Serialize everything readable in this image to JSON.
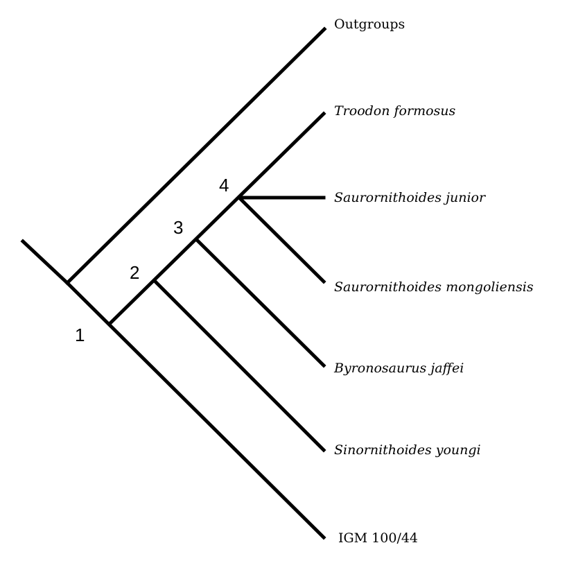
{
  "diagram": {
    "type": "cladogram",
    "taxa": [
      {
        "id": "outgroups",
        "label": "Outgroups",
        "italic": false
      },
      {
        "id": "troodon",
        "label": "Troodon formosus",
        "italic": true
      },
      {
        "id": "saurornithoides-junior",
        "label": "Saurornithoides junior",
        "italic": true
      },
      {
        "id": "saurornithoides-mongoliensis",
        "label": "Saurornithoides mongoliensis",
        "italic": true
      },
      {
        "id": "byronosaurus",
        "label": "Byronosaurus jaffei",
        "italic": true
      },
      {
        "id": "sinornithoides",
        "label": "Sinornithoides youngi",
        "italic": true
      },
      {
        "id": "igm",
        "label": "IGM 100/44",
        "italic": false
      }
    ],
    "nodes": [
      {
        "id": "node-1",
        "label": "1"
      },
      {
        "id": "node-2",
        "label": "2"
      },
      {
        "id": "node-3",
        "label": "3"
      },
      {
        "id": "node-4",
        "label": "4"
      }
    ]
  }
}
